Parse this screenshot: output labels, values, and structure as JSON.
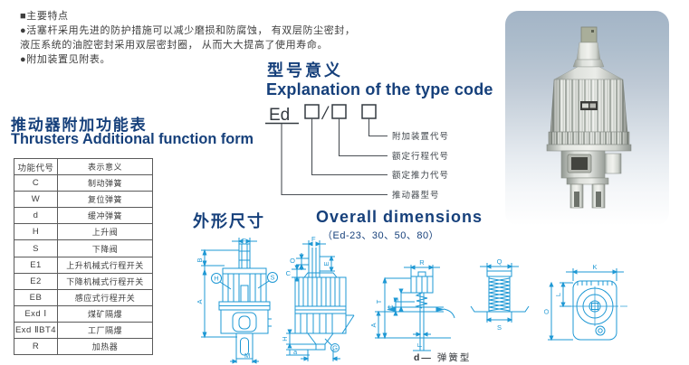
{
  "features": {
    "title": "■主要特点",
    "line1": "●活塞杆采用先进的防护措施可以减少磨损和防腐蚀， 有双层防尘密封，",
    "line2": "液压系统的油腔密封采用双层密封圈， 从而大大提高了使用寿命。",
    "line3": "●附加装置见附表。"
  },
  "function_table": {
    "title_zh": "推动器附加功能表",
    "title_en": "Thrusters Additional function form",
    "headers": [
      "功能代号",
      "表示意义"
    ],
    "rows": [
      [
        "C",
        "制动弹簧"
      ],
      [
        "W",
        "复位弹簧"
      ],
      [
        "d",
        "缓冲弹簧"
      ],
      [
        "H",
        "上升阀"
      ],
      [
        "S",
        "下降阀"
      ],
      [
        "E1",
        "上升机械式行程开关"
      ],
      [
        "E2",
        "下降机械式行程开关"
      ],
      [
        "EB",
        "感应式行程开关"
      ],
      [
        "Exd Ⅰ",
        "煤矿隔爆"
      ],
      [
        "Exd ⅡBT4",
        "工厂隔爆"
      ],
      [
        "R",
        "加热器"
      ]
    ]
  },
  "type_code": {
    "title_zh": "型号意义",
    "title_en": "Explanation of the type code",
    "prefix": "Ed",
    "labels": [
      "附加装置代号",
      "额定行程代号",
      "额定推力代号",
      "推动器型号"
    ]
  },
  "dimensions": {
    "title_zh": "外形尺寸",
    "title_en": "Overall dimensions",
    "subtitle": "（Ed-23、30、50、80）",
    "note_prefix": "d—",
    "note_text": "弹簧型",
    "front_view_labels": {
      "f": "F",
      "b": "B",
      "a": "A",
      "h": "H",
      "s": "S",
      "m": "M"
    },
    "side_view_labels": {
      "f": "F",
      "o": "O",
      "e": "E",
      "c": "C",
      "h": "H",
      "a": "a",
      "g": "G"
    },
    "spring_section_labels": {
      "r": "R",
      "t": "T",
      "d": "D",
      "c": "C",
      "a": "A",
      "f": "F"
    },
    "spring_column_labels": {
      "q": "Q",
      "s": "S"
    },
    "top_view_labels": {
      "k": "K",
      "l": "L",
      "o": "O"
    }
  },
  "colors": {
    "heading_navy": "#16407b",
    "drawing_cyan": "#1e98d4",
    "text_dark": "#3b3b3b",
    "photo_bg_top": "#a6b6c8"
  }
}
